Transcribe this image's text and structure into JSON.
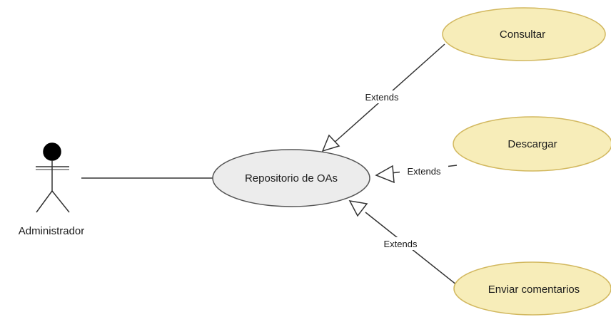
{
  "diagram": {
    "actor": {
      "name": "Administrador"
    },
    "central_use_case": {
      "label": "Repositorio de OAs",
      "fill": "#ececec"
    },
    "use_cases": [
      {
        "label": "Consultar",
        "fill": "#f7edb9"
      },
      {
        "label": "Descargar",
        "fill": "#f7edb9"
      },
      {
        "label": "Enviar comentarios",
        "fill": "#f7edb9"
      }
    ],
    "relationships": [
      {
        "type": "association",
        "from": "Administrador",
        "to": "Repositorio de OAs"
      },
      {
        "type": "extend",
        "label": "Extends",
        "from": "Consultar",
        "to": "Repositorio de OAs"
      },
      {
        "type": "extend",
        "label": "Extends",
        "from": "Descargar",
        "to": "Repositorio de OAs"
      },
      {
        "type": "extend",
        "label": "Extends",
        "from": "Enviar comentarios",
        "to": "Repositorio de OAs"
      }
    ]
  }
}
